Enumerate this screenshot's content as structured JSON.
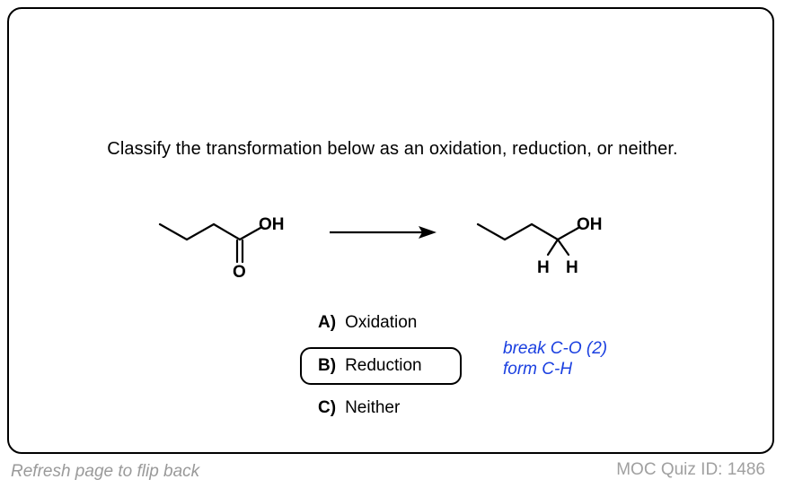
{
  "question": "Classify the transformation below as an oxidation, reduction, or neither.",
  "reactant": {
    "oh": "OH",
    "o": "O"
  },
  "product": {
    "oh": "OH",
    "h1": "H",
    "h2": "H"
  },
  "options": [
    {
      "letter": "A)",
      "label": "Oxidation",
      "selected": false
    },
    {
      "letter": "B)",
      "label": "Reduction",
      "selected": true
    },
    {
      "letter": "C)",
      "label": "Neither",
      "selected": false
    }
  ],
  "notes": [
    "break C-O (2)",
    "form C-H"
  ],
  "footer": {
    "left": "Refresh page to flip back",
    "right": "MOC Quiz ID: 1486"
  },
  "colors": {
    "note": "#1a3fe0",
    "footer": "#9a9a9a"
  }
}
